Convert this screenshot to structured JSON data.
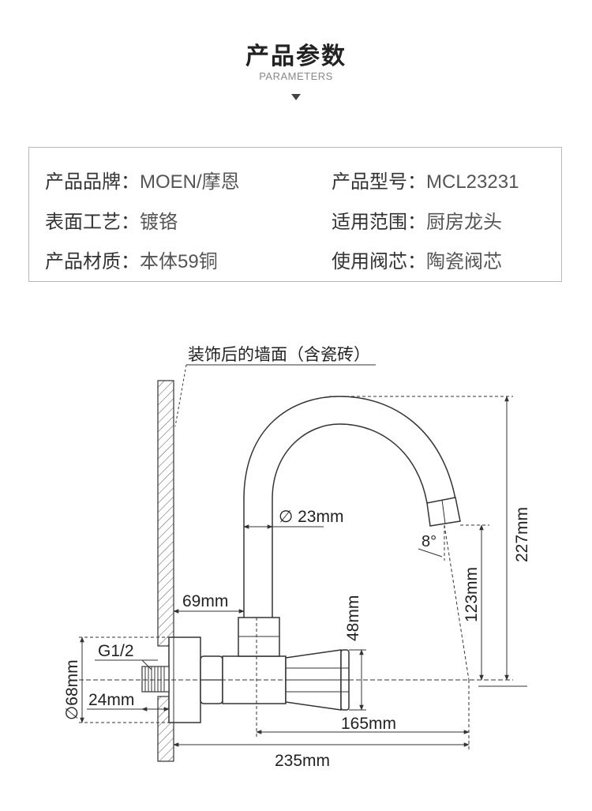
{
  "header": {
    "title": "产品参数",
    "subtitle": "PARAMETERS"
  },
  "specs": [
    {
      "label": "产品品牌：",
      "value": "MOEN/摩恩"
    },
    {
      "label": "产品型号：",
      "value": "MCL23231"
    },
    {
      "label": "表面工艺：",
      "value": "镀铬"
    },
    {
      "label": "适用范围：",
      "value": "厨房龙头"
    },
    {
      "label": "产品材质：",
      "value": "本体59铜"
    },
    {
      "label": "使用阀芯：",
      "value": "陶瓷阀芯"
    }
  ],
  "diagram": {
    "wall_label": "装饰后的墙面（含瓷砖）",
    "dims": {
      "spout_diameter": "∅ 23mm",
      "angle": "8°",
      "total_height": "227mm",
      "spout_height": "123mm",
      "valve_height": "48mm",
      "wall_to_spout": "69mm",
      "thread": "G1/2",
      "flange_diameter": "∅68mm",
      "thread_length": "24mm",
      "reach": "165mm",
      "total_length": "235mm"
    }
  },
  "colors": {
    "text": "#222222",
    "line": "#333333",
    "border": "#b8b8b8"
  }
}
